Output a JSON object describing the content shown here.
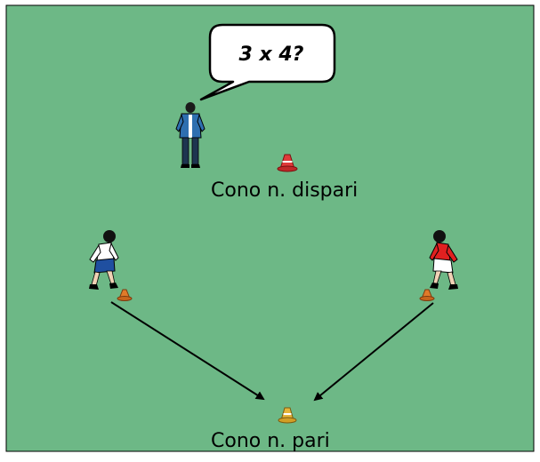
{
  "colors": {
    "field": "#6db886",
    "border": "#000000",
    "arrow": "#000000",
    "cone_odd": "#e03a3a",
    "cone_even": "#e5b43a",
    "cone_start": "#e07a2a",
    "coach_jacket": "#2e6fb0",
    "player_left_shirt": "#ffffff",
    "player_left_shorts": "#1f4fa0",
    "player_right_shirt": "#e02020",
    "player_right_shorts": "#ffffff"
  },
  "speech_bubble": {
    "text": "3 x 4?"
  },
  "labels": {
    "odd_cone": "Cono n. dispari",
    "even_cone": "Cono n. pari"
  },
  "icons": {
    "coach": "coach-icon",
    "player_left": "player-icon",
    "player_right": "player-icon",
    "cone": "cone-icon",
    "arrow": "arrow-icon"
  }
}
